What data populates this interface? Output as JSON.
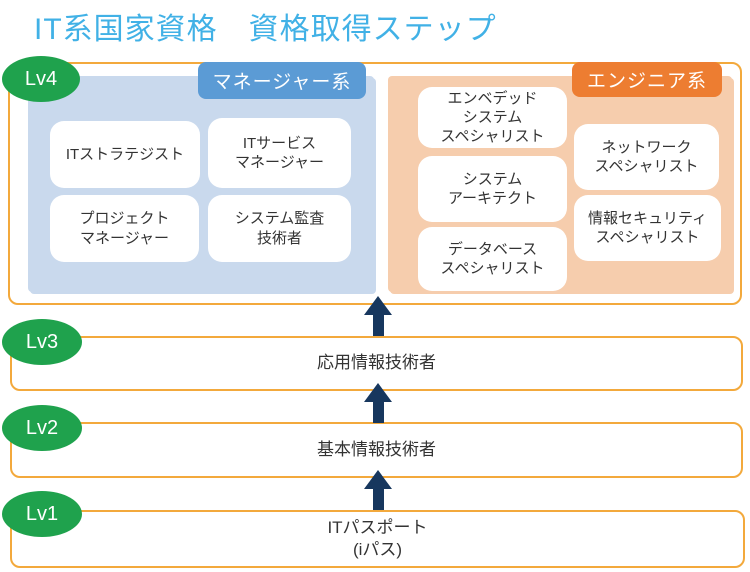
{
  "title": "IT系国家資格　資格取得ステップ",
  "lv4": {
    "badge": "Lv4",
    "manager": {
      "label": "マネージャー系",
      "items": [
        "ITストラテジスト",
        "ITサービス\nマネージャー",
        "プロジェクト\nマネージャー",
        "システム監査\n技術者"
      ]
    },
    "engineer": {
      "label": "エンジニア系",
      "items": [
        "エンベデッド\nシステム\nスペシャリスト",
        "システム\nアーキテクト",
        "データベース\nスペシャリスト",
        "ネットワーク\nスペシャリスト",
        "情報セキュリティ\nスペシャリスト"
      ]
    }
  },
  "lv3": {
    "badge": "Lv3",
    "name": "応用情報技術者"
  },
  "lv2": {
    "badge": "Lv2",
    "name": "基本情報技術者"
  },
  "lv1": {
    "badge": "Lv1",
    "name": "ITパスポート\n(iパス)"
  },
  "colors": {
    "title_color": "#41B1E6",
    "box_border": "#F3A93C",
    "badge_green": "#1FA24D",
    "manager_label_bg": "#5B9BD5",
    "manager_panel_bg": "#C9D9ED",
    "engineer_label_bg": "#ED7D31",
    "engineer_panel_bg": "#F6CDAD",
    "arrow_color": "#17375E",
    "card_text": "#333333"
  }
}
